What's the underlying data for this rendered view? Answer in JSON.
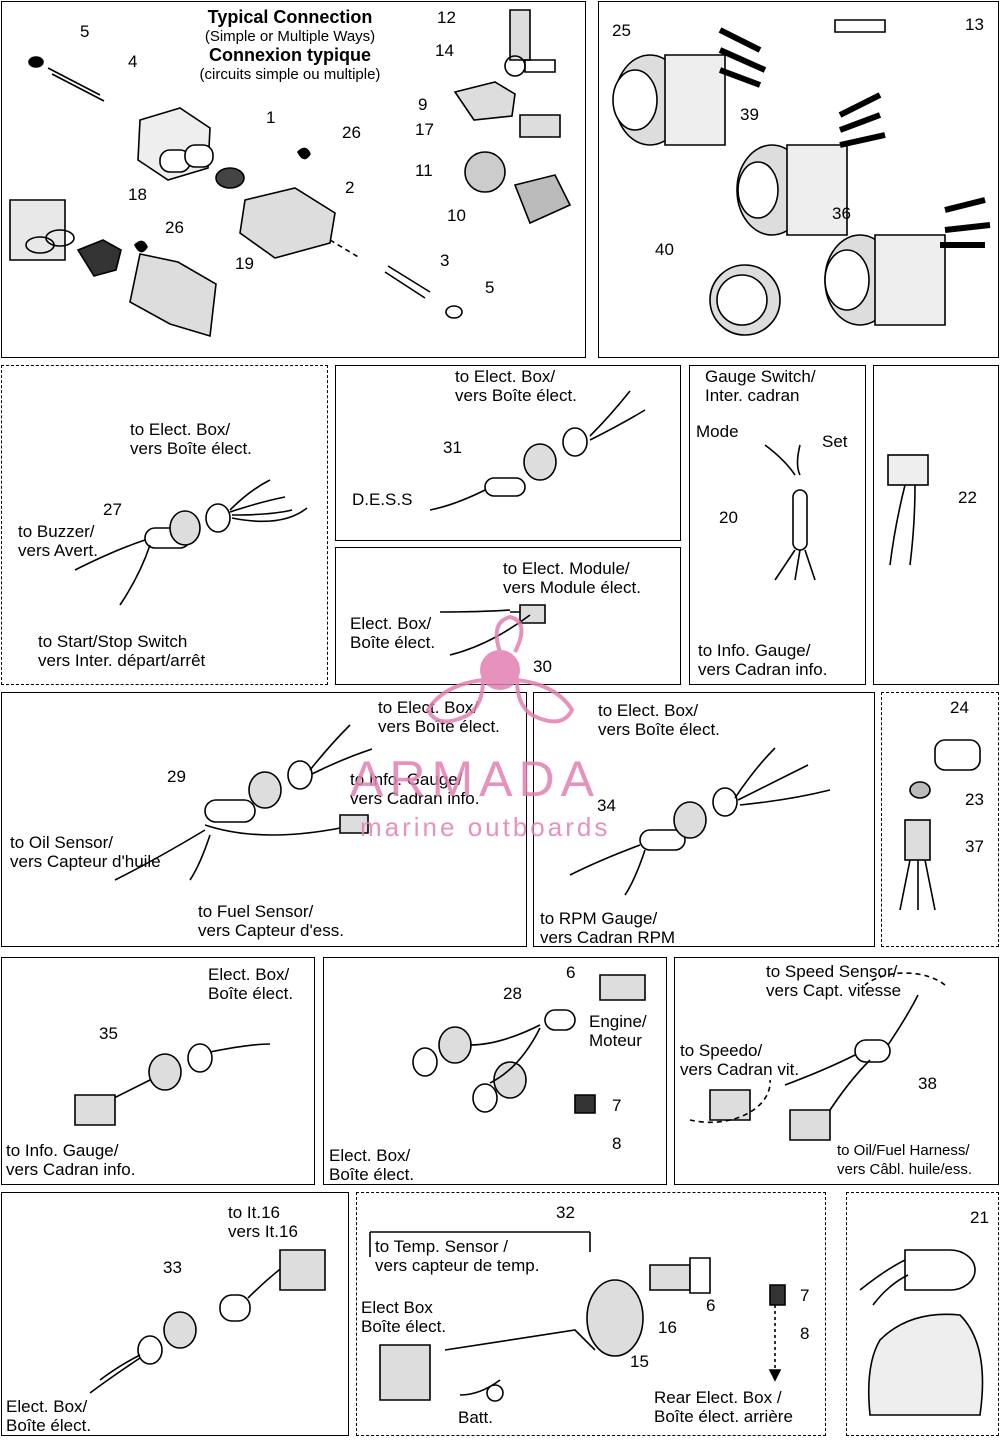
{
  "header": {
    "title_en": "Typical Connection",
    "sub_en": "(Simple or Multiple Ways)",
    "title_fr": "Connexion typique",
    "sub_fr": "(circuits simple ou multiple)"
  },
  "watermark": {
    "brand": "ARMADA",
    "tagline": "marine outboards",
    "color": "#e27fb2"
  },
  "panel1_numbers": [
    "5",
    "4",
    "1",
    "26",
    "2",
    "18",
    "26",
    "19",
    "3",
    "5",
    "12",
    "14",
    "9",
    "17",
    "11",
    "10"
  ],
  "panel2_numbers": [
    "13",
    "25",
    "39",
    "36",
    "40"
  ],
  "p27": {
    "num": "27",
    "elect": "to Elect. Box/\nvers Boîte élect.",
    "buzzer": "to Buzzer/\nvers Avert.",
    "start": "to Start/Stop Switch\nvers Inter. départ/arrêt"
  },
  "p31": {
    "num": "31",
    "elect": "to Elect. Box/\nvers Boîte élect.",
    "dess": "D.E.S.S"
  },
  "p30": {
    "num": "30",
    "module": "to Elect. Module/\nvers Module élect.",
    "box": "Elect. Box/\nBoîte élect."
  },
  "p20": {
    "num": "20",
    "title": "Gauge Switch/\nInter. cadran",
    "mode": "Mode",
    "set": "Set",
    "info": "to Info. Gauge/\nvers Cadran info."
  },
  "p22": {
    "num": "22"
  },
  "p29": {
    "num": "29",
    "elect": "to Elect. Box/\nvers Boîte élect.",
    "info": "to Info. Gauge/\nvers Cadran info.",
    "oil": "to Oil Sensor/\nvers Capteur d'huile",
    "fuel": "to Fuel Sensor/\nvers Capteur d'ess."
  },
  "p34": {
    "num": "34",
    "elect": "to Elect. Box/\nvers Boîte élect.",
    "rpm": "to RPM Gauge/\nvers Cadran RPM"
  },
  "p24": {
    "n24": "24",
    "n23": "23",
    "n37": "37"
  },
  "p35": {
    "num": "35",
    "box": "Elect. Box/\nBoîte élect.",
    "info": "to Info. Gauge/\nvers Cadran info."
  },
  "p28": {
    "num": "28",
    "n6": "6",
    "engine": "Engine/\nMoteur",
    "n7": "7",
    "n8": "8",
    "box": "Elect. Box/\nBoîte élect."
  },
  "p38": {
    "num": "38",
    "speed": "to Speed Sensor/\nvers Capt. vitesse",
    "speedo": "to Speedo/\nvers Cadran vit.",
    "harness": "to Oil/Fuel Harness/\nvers Câbl. huile/ess."
  },
  "p33": {
    "num": "33",
    "it16": "to It.16\nvers It.16",
    "box": "Elect. Box/\nBoîte élect."
  },
  "p32": {
    "num": "32",
    "temp": "to Temp. Sensor /\nvers capteur de temp.",
    "box": "Elect Box\nBoîte élect.",
    "n16": "16",
    "n6": "6",
    "n7": "7",
    "n8": "8",
    "n15": "15",
    "batt": "Batt.",
    "rear": "Rear Elect. Box /\nBoîte élect. arrière"
  },
  "p21": {
    "num": "21"
  }
}
